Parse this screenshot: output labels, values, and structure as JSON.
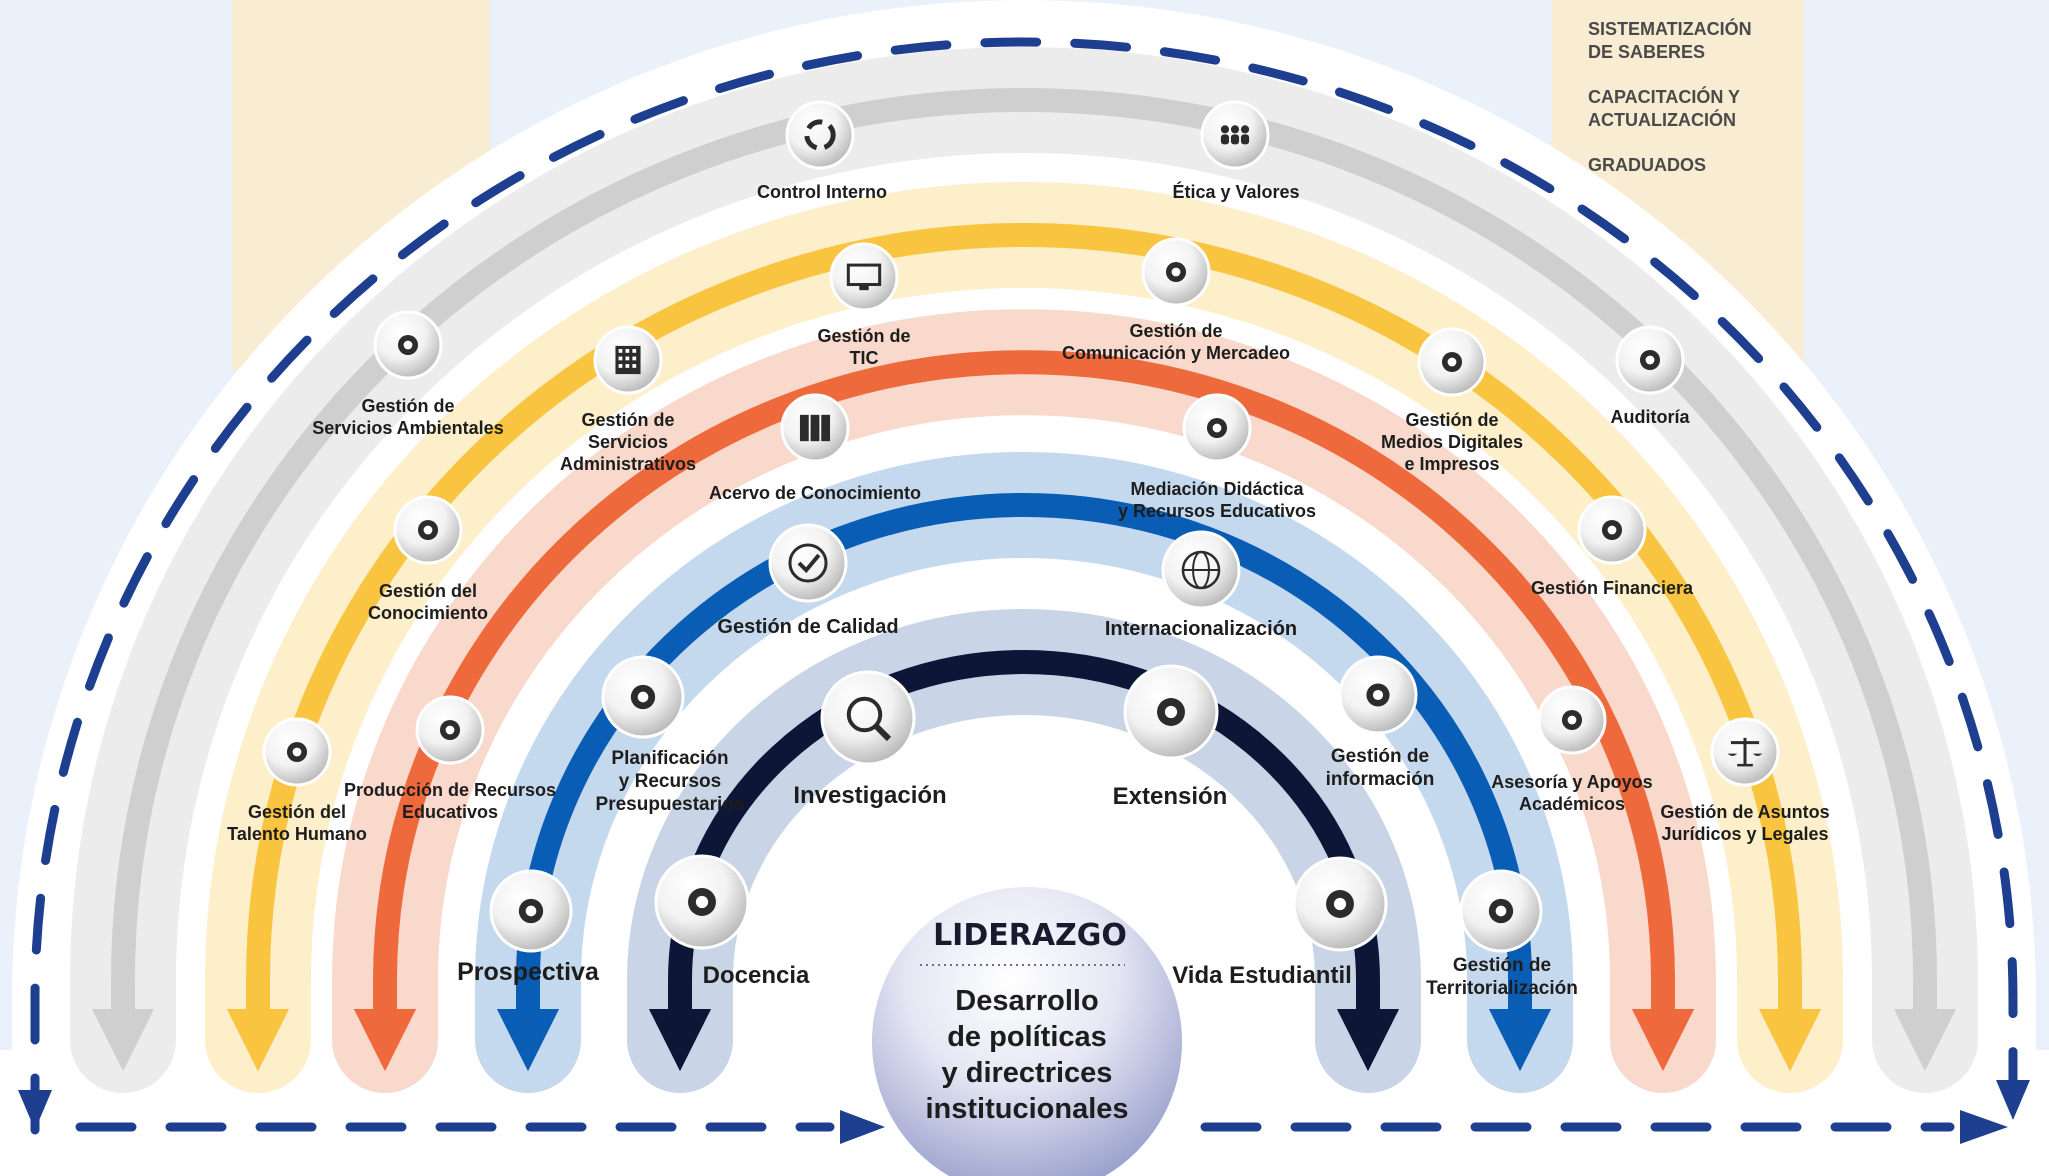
{
  "colors": {
    "background_top": "#eaf1fa",
    "beige_panel": "#f8ecd2",
    "dashed_ring": "#1e3f8f",
    "ring_gray": "#cfcfcf",
    "ring_gray_band": "#ececec",
    "ring_yellow": "#f9c440",
    "ring_yellow_band": "#fcefc9",
    "ring_orange": "#ee6a3c",
    "ring_orange_band": "#f8d9cc",
    "ring_blue": "#0a5db5",
    "ring_blue_band": "#c5d9ee",
    "ring_navy": "#0e1638",
    "ring_navy_band": "#c9d5e6",
    "center_fill": "#c5c9e4"
  },
  "side_list": [
    "SISTEMATIZACIÓN\nDE SABERES",
    "CAPACITACIÓN Y\nACTUALIZACIÓN",
    "GRADUADOS"
  ],
  "center": {
    "title": "LIDERAZGO",
    "subtitle": [
      "Desarrollo",
      "de políticas",
      "y directrices",
      "institucionales"
    ]
  },
  "nodes": [
    {
      "id": "control-interno",
      "label": [
        "Control Interno"
      ],
      "icon": "cycle-arrows-icon"
    },
    {
      "id": "etica-valores",
      "label": [
        "Ética y Valores"
      ],
      "icon": "people-group-icon"
    },
    {
      "id": "servicios-ambientales",
      "label": [
        "Gestión de",
        "Servicios Ambientales"
      ],
      "icon": "plant-hand-icon"
    },
    {
      "id": "auditoria",
      "label": [
        "Auditoría"
      ],
      "icon": "checklist-magnifier-icon"
    },
    {
      "id": "gestion-conocimiento",
      "label": [
        "Gestión del",
        "Conocimiento"
      ],
      "icon": "head-gear-icon"
    },
    {
      "id": "talento-humano",
      "label": [
        "Gestión del",
        "Talento Humano"
      ],
      "icon": "handshake-icon"
    },
    {
      "id": "gestion-financiera",
      "label": [
        "Gestión Financiera"
      ],
      "icon": "coins-icon"
    },
    {
      "id": "asuntos-juridicos",
      "label": [
        "Gestión de Asuntos",
        "Jurídicos y Legales"
      ],
      "icon": "scales-icon"
    },
    {
      "id": "gestion-tic",
      "label": [
        "Gestión de",
        "TIC"
      ],
      "icon": "monitor-icon"
    },
    {
      "id": "comunicacion-mercadeo",
      "label": [
        "Gestión de",
        "Comunicación y Mercadeo"
      ],
      "icon": "broadcast-icon"
    },
    {
      "id": "servicios-administrativos",
      "label": [
        "Gestión de",
        "Servicios",
        "Administrativos"
      ],
      "icon": "building-icon"
    },
    {
      "id": "medios-digitales",
      "label": [
        "Gestión de",
        "Medios Digitales",
        "e Impresos"
      ],
      "icon": "printer-laptop-icon"
    },
    {
      "id": "acervo-conocimiento",
      "label": [
        "Acervo de Conocimiento"
      ],
      "icon": "binders-icon"
    },
    {
      "id": "mediacion-didactica",
      "label": [
        "Mediación Didáctica",
        "y Recursos Educativos"
      ],
      "icon": "presentation-monitor-icon"
    },
    {
      "id": "produccion-recursos",
      "label": [
        "Producción de Recursos",
        "Educativos"
      ],
      "icon": "tablet-icon"
    },
    {
      "id": "asesoria-apoyos",
      "label": [
        "Asesoría y Apoyos",
        "Académicos"
      ],
      "icon": "teacher-board-icon"
    },
    {
      "id": "gestion-calidad",
      "label": [
        "Gestión de Calidad"
      ],
      "icon": "check-circle-icon"
    },
    {
      "id": "internacionalizacion",
      "label": [
        "Internacionalización"
      ],
      "icon": "globe-icon"
    },
    {
      "id": "planificacion",
      "label": [
        "Planificación",
        "y Recursos",
        "Presupuestarios"
      ],
      "icon": "growth-chart-icon"
    },
    {
      "id": "gestion-informacion",
      "label": [
        "Gestión de",
        "información"
      ],
      "icon": "alert-icon"
    },
    {
      "id": "prospectiva",
      "label": [
        "Prospectiva"
      ],
      "icon": "world-map-icon"
    },
    {
      "id": "territorializacion",
      "label": [
        "Gestión de",
        "Territorialización"
      ],
      "icon": "country-map-icon"
    },
    {
      "id": "investigacion",
      "label": [
        "Investigación"
      ],
      "icon": "magnifier-icon"
    },
    {
      "id": "extension",
      "label": [
        "Extensión"
      ],
      "icon": "country-map-icon"
    },
    {
      "id": "docencia",
      "label": [
        "Docencia"
      ],
      "icon": "teacher-screen-icon"
    },
    {
      "id": "vida-estudiantil",
      "label": [
        "Vida Estudiantil"
      ],
      "icon": "student-icon"
    }
  ]
}
